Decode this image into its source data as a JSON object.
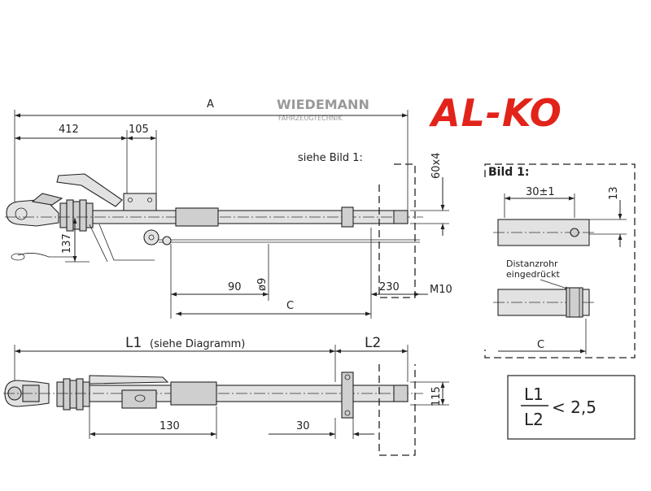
{
  "brand": {
    "logo_text": "AL-KO",
    "logo_color": "#e2231a",
    "watermark_main": "WIEDEMANN",
    "watermark_sub": "FAHRZEUGTECHNIK"
  },
  "side_view": {
    "dim_A": "A",
    "dim_412": "412",
    "dim_105": "105",
    "dim_137": "137",
    "dim_90": "90",
    "dim_phi9": "ø9",
    "dim_C": "C",
    "dim_230": "230",
    "dim_M10": "M10",
    "dim_60x4": "60x4",
    "ref_bild1": "siehe Bild 1:"
  },
  "top_view": {
    "dim_L1": "L1",
    "dim_L1_note": "(siehe Diagramm)",
    "dim_L2": "L2",
    "dim_115": "115",
    "dim_130": "130",
    "dim_30": "30"
  },
  "detail": {
    "title": "Bild 1:",
    "dim_30pm1": "30±1",
    "dim_13": "13",
    "note_line1": "Distanzrohr",
    "note_line2": "eingedrückt",
    "dim_C": "C"
  },
  "formula": {
    "numerator": "L1",
    "denominator": "L2",
    "condition": "< 2,5"
  }
}
